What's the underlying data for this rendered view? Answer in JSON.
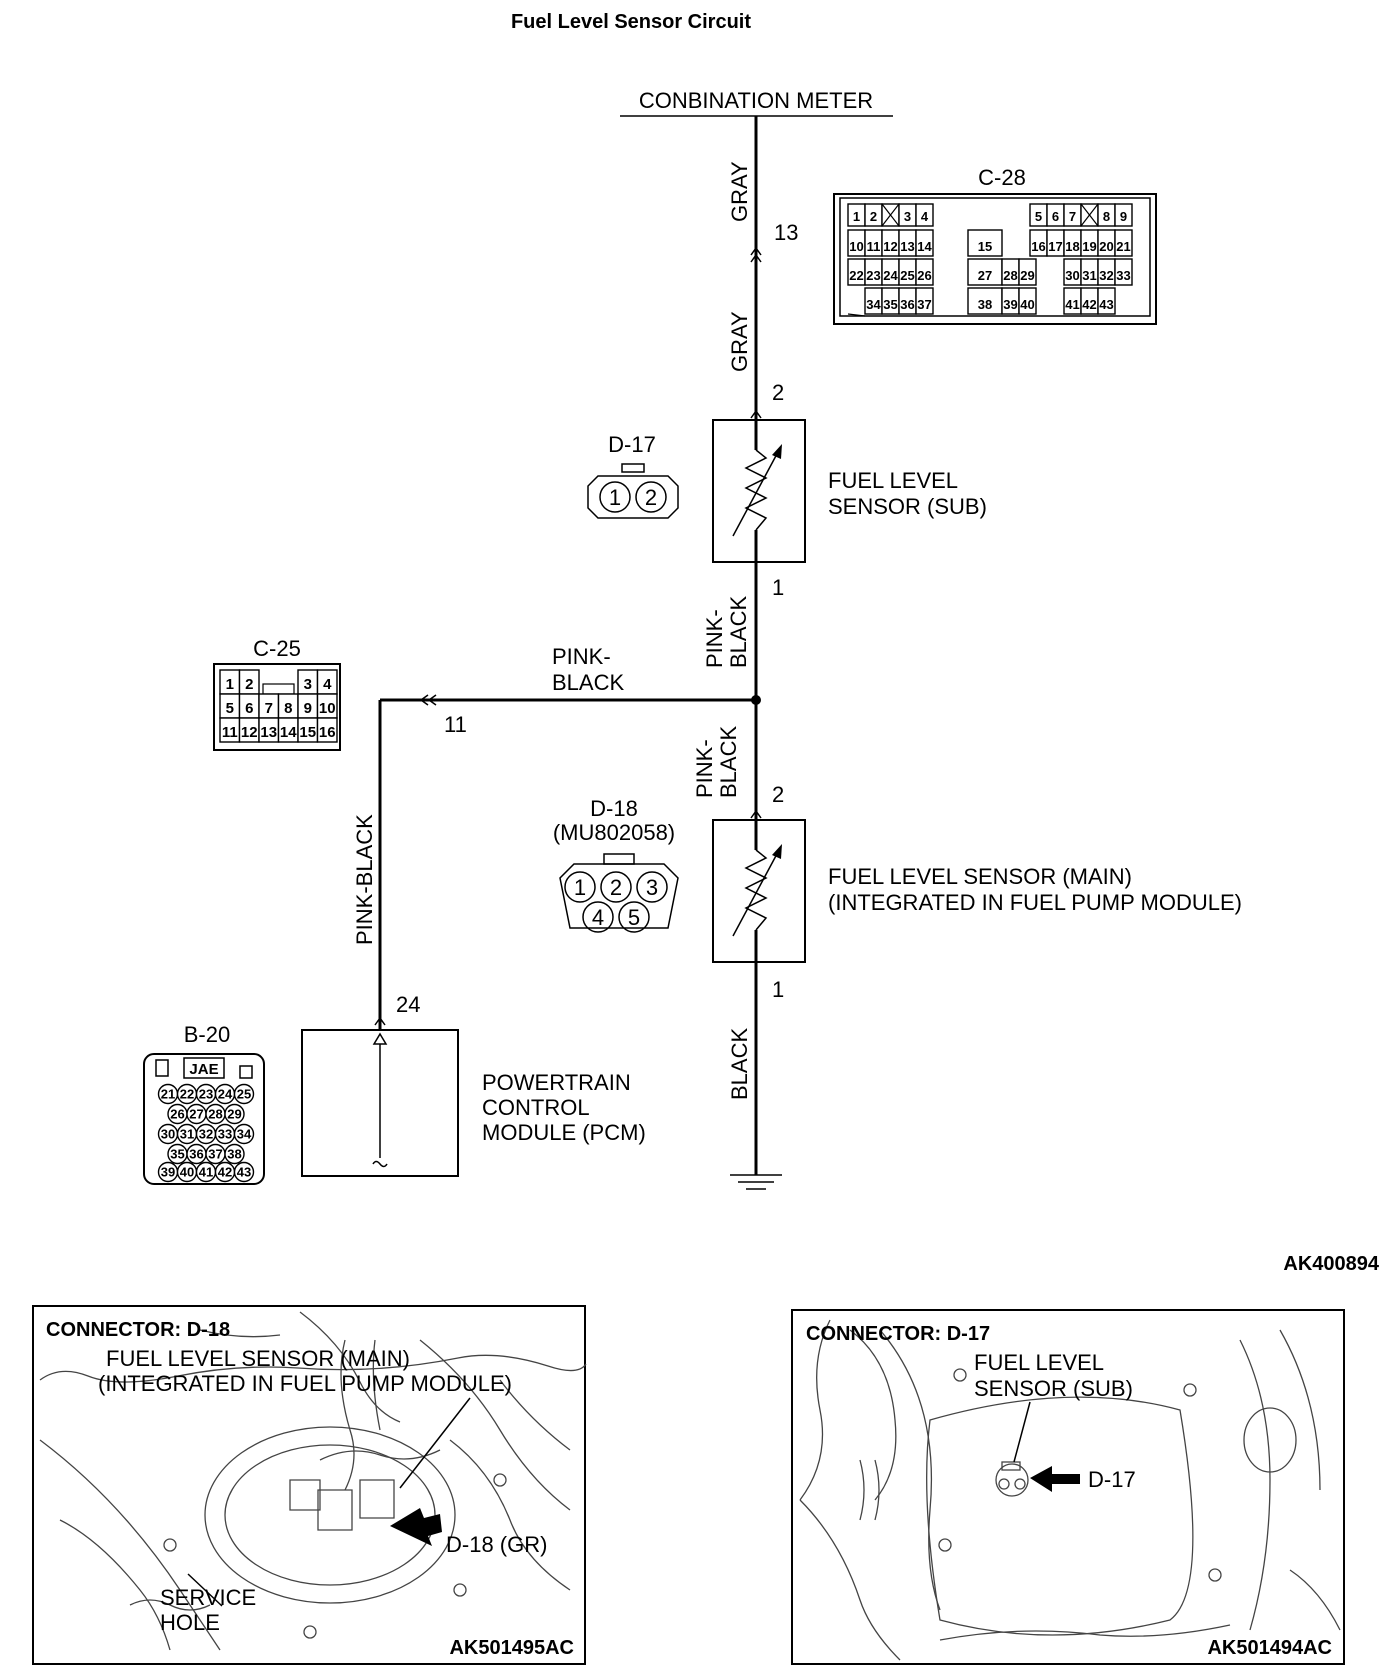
{
  "title": "Fuel Level Sensor Circuit",
  "figure_code": "AK400894",
  "meter": {
    "label": "CONBINATION METER",
    "connector": "C-28"
  },
  "wire_colors": {
    "gray": "GRAY",
    "pink_black_line1": "PINK-",
    "pink_black_line2": "BLACK",
    "pink_black": "PINK-BLACK",
    "black": "BLACK"
  },
  "pins": {
    "meter_pin": "13",
    "sub_top": "2",
    "sub_bottom": "1",
    "main_top": "2",
    "main_bottom": "1",
    "junction_pin": "11",
    "pcm_pin": "24"
  },
  "sensor_sub": {
    "line1": "FUEL LEVEL",
    "line2": "SENSOR (SUB)",
    "connector": "D-17",
    "pins": [
      "1",
      "2"
    ]
  },
  "sensor_main": {
    "line1": "FUEL LEVEL SENSOR (MAIN)",
    "line2": "(INTEGRATED IN FUEL PUMP MODULE)",
    "connector": "D-18",
    "part_number": "(MU802058)",
    "pins": [
      "1",
      "2",
      "3",
      "4",
      "5"
    ]
  },
  "pcm": {
    "line1": "POWERTRAIN",
    "line2": "CONTROL",
    "line3": "MODULE (PCM)",
    "connector": "B-20",
    "maker": "JAE"
  },
  "c25": {
    "label": "C-25",
    "rows": [
      [
        "1",
        "2",
        "",
        "3",
        "4"
      ],
      [
        "5",
        "6",
        "7",
        "8",
        "9",
        "10"
      ],
      [
        "11",
        "12",
        "13",
        "14",
        "15",
        "16"
      ]
    ]
  },
  "c28": {
    "row1": [
      "1",
      "2",
      "3",
      "4",
      "5",
      "6",
      "7",
      "8",
      "9"
    ],
    "row2": [
      "10",
      "11",
      "12",
      "13",
      "14",
      "15",
      "16",
      "17",
      "18",
      "19",
      "20",
      "21"
    ],
    "row3": [
      "22",
      "23",
      "24",
      "25",
      "26",
      "27",
      "28",
      "29",
      "30",
      "31",
      "32",
      "33"
    ],
    "row4": [
      "34",
      "35",
      "36",
      "37",
      "38",
      "39",
      "40",
      "41",
      "42",
      "43"
    ]
  },
  "b20": {
    "rows": [
      [
        "21",
        "22",
        "23",
        "24",
        "25"
      ],
      [
        "26",
        "27",
        "28",
        "29"
      ],
      [
        "30",
        "31",
        "32",
        "33",
        "34"
      ],
      [
        "35",
        "36",
        "37",
        "38"
      ],
      [
        "39",
        "40",
        "41",
        "42",
        "43"
      ]
    ]
  },
  "inset_left": {
    "title": "CONNECTOR: D-18",
    "line1": "FUEL LEVEL SENSOR (MAIN)",
    "line2": "(INTEGRATED IN FUEL  PUMP MODULE)",
    "pointer": "D-18 (GR)",
    "hole1": "SERVICE",
    "hole2": "HOLE",
    "code": "AK501495AC"
  },
  "inset_right": {
    "title": "CONNECTOR: D-17",
    "line1": "FUEL LEVEL",
    "line2": "SENSOR (SUB)",
    "pointer": "D-17",
    "code": "AK501494AC"
  }
}
